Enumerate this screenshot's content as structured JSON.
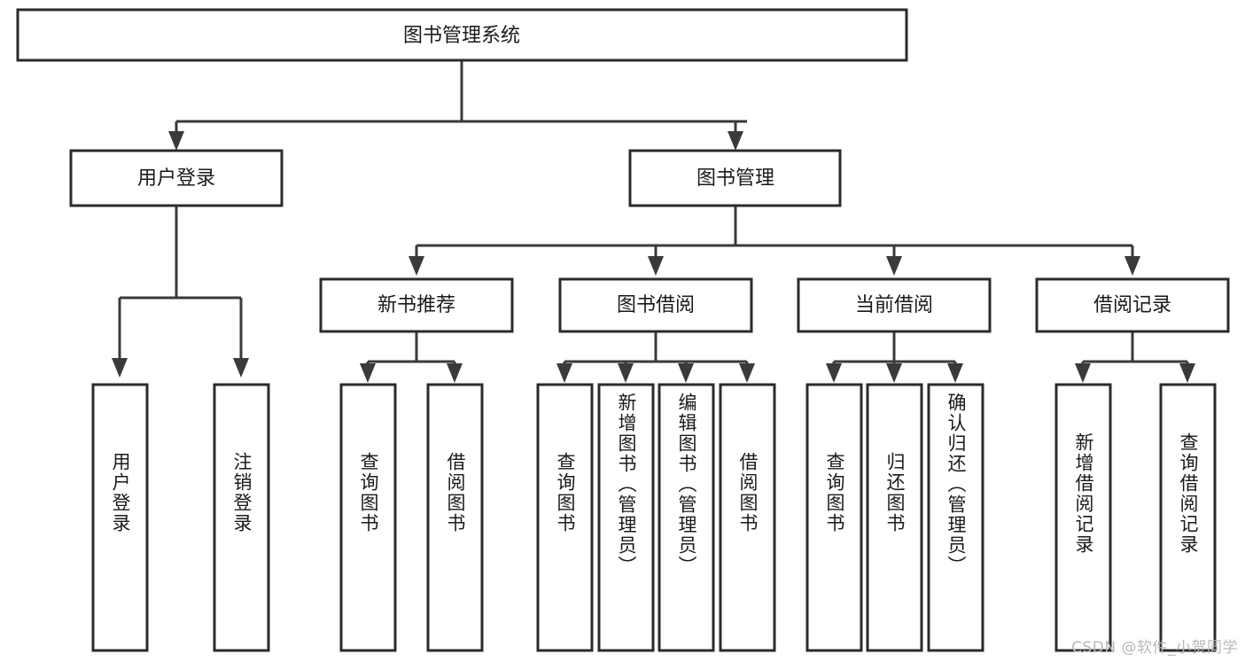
{
  "diagram": {
    "title": "图书管理系统",
    "type": "tree",
    "orientation": "top-down",
    "colors": {
      "box_fill": "#ffffff",
      "box_stroke": "#2b2b2b",
      "connector": "#3a3a3a",
      "text": "#1a1a1a",
      "background": "#ffffff",
      "watermark": "#b9b9b9"
    },
    "root": {
      "label": "图书管理系统"
    },
    "level2": [
      {
        "label": "用户登录"
      },
      {
        "label": "图书管理"
      }
    ],
    "level3": [
      {
        "label": "新书推荐"
      },
      {
        "label": "图书借阅"
      },
      {
        "label": "当前借阅"
      },
      {
        "label": "借阅记录"
      }
    ],
    "leaves": {
      "user_login": [
        {
          "label": "用户登录"
        },
        {
          "label": "注销登录"
        }
      ],
      "new_book_recommend": [
        {
          "label": "查询图书"
        },
        {
          "label": "借阅图书"
        }
      ],
      "book_borrow": [
        {
          "label": "查询图书"
        },
        {
          "label": "新增图书（管理员）"
        },
        {
          "label": "编辑图书（管理员）"
        },
        {
          "label": "借阅图书"
        }
      ],
      "current_borrow": [
        {
          "label": "查询图书"
        },
        {
          "label": "归还图书"
        },
        {
          "label": "确认归还（管理员）"
        }
      ],
      "borrow_record": [
        {
          "label": "新增借阅记录"
        },
        {
          "label": "查询借阅记录"
        }
      ]
    }
  },
  "watermark": {
    "text": "CSDN @软件_小贺同学"
  }
}
